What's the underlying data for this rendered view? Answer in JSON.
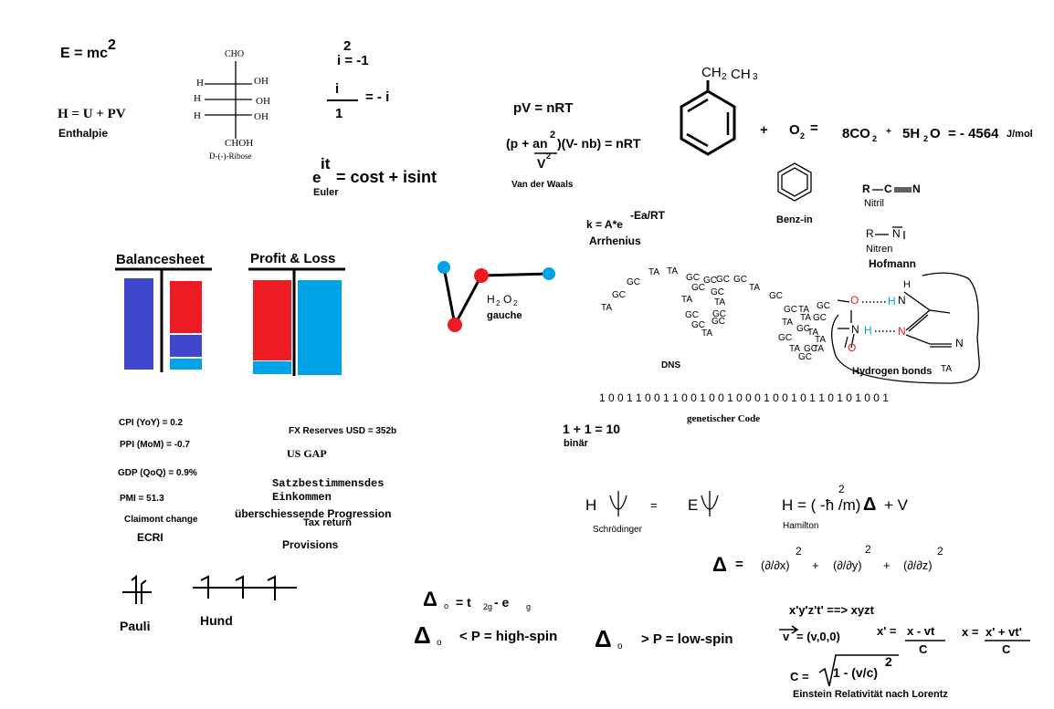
{
  "colors": {
    "red": "#ed1c24",
    "blue": "#00a2e8",
    "dark_blue": "#3f48cc",
    "black": "#000000"
  },
  "physics": {
    "emc2": "E = mc",
    "emc2_exp": "2",
    "enthalpy_formula": "H = U + PV",
    "enthalpy_label": "Enthalpie",
    "i_sq": "i  =  -1",
    "i_sq_exp": "2",
    "i_frac_num": "i",
    "i_frac_den": "1",
    "i_frac_eq": "=   - i",
    "euler_base": "e",
    "euler_exp": "it",
    "euler_rhs": "=  cost  +  isint",
    "euler_label": "Euler"
  },
  "ribose": {
    "cho": "CHO",
    "h": "H",
    "oh": "OH",
    "chohh": "CHOH",
    "name": "D-(-)-Ribose"
  },
  "gas": {
    "ideal": "pV = nRT",
    "vdw_lhs": "(p + an",
    "vdw_exp": "2",
    "vdw_den": "V",
    "vdw_den_exp": "2",
    "vdw_rhs": ")(V- nb)  =  nRT",
    "vdw_label": "Van der Waals"
  },
  "combustion": {
    "substituent": "CH",
    "sub_2": "2",
    "sub_3": "CH",
    "sub_3b": "3",
    "plus": "+",
    "o2": "O",
    "o2_sub": "2",
    "eq": "=",
    "co2": "8CO",
    "co2_sub": "2",
    "plus_small": "+",
    "h2o": "5H",
    "h2o_sub": "2",
    "h2o_o": "O",
    "energy": "=  - 4564",
    "unit": "J/mol"
  },
  "arrhenius": {
    "formula": "k = A*e",
    "exp": "-Ea/RT",
    "label": "Arrhenius"
  },
  "benzyne": {
    "label": "Benz-in"
  },
  "nitrile": {
    "r": "R",
    "c": "C",
    "n": "N",
    "label": "Nitril"
  },
  "nitrene": {
    "r": "R",
    "n": "N",
    "label": "Nitren",
    "hofmann": "Hofmann"
  },
  "balance": {
    "title": "Balancesheet"
  },
  "pnl": {
    "title": "Profit & Loss"
  },
  "peroxide": {
    "h": "H",
    "h_sub": "2",
    "o": "O",
    "o_sub": "2",
    "label": "gauche"
  },
  "dna": {
    "pairs": [
      "TA",
      "GC",
      "GC",
      "TA",
      "TA",
      "GC",
      "GC",
      "GC",
      "GC",
      "GC",
      "TA",
      "TA",
      "GC",
      "TA",
      "GC",
      "GC",
      "GC",
      "TA",
      "GC",
      "GC",
      "GC",
      "TA",
      "GC",
      "TA",
      "TA",
      "GC",
      "GC",
      "GC",
      "TA",
      "TA",
      "TA",
      "GC",
      "GC",
      "TA",
      "TA"
    ],
    "label": "DNS",
    "hbond_o1": "O",
    "hbond_h1": "H",
    "hbond_n1": "N",
    "hbond_htop": "H",
    "hbond_n2": "N",
    "hbond_h2": "H",
    "hbond_n3": "N",
    "hbond_o2": "O",
    "hbond_n4": "N",
    "hbond_label": "Hydrogen bonds"
  },
  "binary": {
    "code": "1 0 0 1 1 0 0   1 1 0 0 1 0 0 1 0 0 0   1 0 0 1 0 1 1 0 1 0 1   0 0 1",
    "code_label": "genetischer Code",
    "sum": "1 + 1 = 10",
    "sum_label": "binär"
  },
  "economics": {
    "cpi": "CPI (YoY)   =  0.2",
    "ppi": "PPI (MoM)  =  -0.7",
    "gdp": "GDP (QoQ)  =  0.9%",
    "pmi": "PMI  =  51.3",
    "claims": "Claimont change",
    "ecri": "ECRI",
    "fx": "FX Reserves    USD = 352b",
    "gap": "US GAP",
    "satz1": "Satzbestimmensdes",
    "satz2": "Einkommen",
    "progression": "überschiessende Progression",
    "tax": "Tax return",
    "provisions": "Provisions"
  },
  "spins": {
    "pauli": "Pauli",
    "hund": "Hund"
  },
  "ligand": {
    "delta_o": "Δ",
    "sub_o": "o",
    "t2g_eq": "=  t",
    "t2g_sub": "2g",
    "minus_eg": "  - e",
    "eg_sub": "g",
    "high": "< P = high-spin",
    "low": "> P = low-spin"
  },
  "quantum": {
    "h": "H",
    "psi": "Ψ",
    "eq": "=",
    "e": "E",
    "schrodinger": "Schrödinger",
    "ham": "H = ( -ħ /m)",
    "ham_exp": "2",
    "ham_v": "+ V",
    "hamilton": "Hamilton",
    "laplace": "Δ",
    "laplace_eq": "=",
    "dx": "(∂/∂x)",
    "dy": "(∂/∂y)",
    "dz": "(∂/∂z)",
    "sq": "2",
    "plus": "+"
  },
  "relativity": {
    "coords": "x'y'z't'  ==> xyzt",
    "v": "v",
    "v_eq": "= (v,0,0)",
    "xp": "x' =",
    "xp_num": "x - vt",
    "xp_den": "C",
    "x": "x =",
    "x_num": "x' + vt'",
    "x_den": "C",
    "c": "C =",
    "c_root": "1 - (v/c)",
    "c_exp": "2",
    "label": "Einstein Relativität nach Lorentz"
  }
}
